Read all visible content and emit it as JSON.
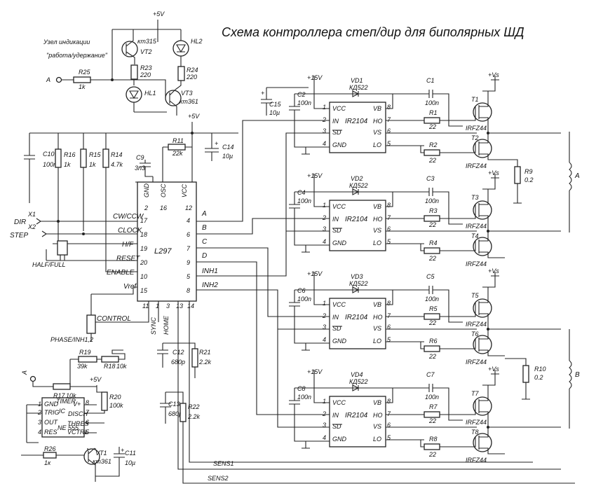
{
  "title": "Схема контроллера степ/дир для биполярных ШД",
  "indicator": {
    "caption1": "Узел индикации",
    "caption2": "\"работа/удержание\"",
    "input": "A",
    "r25": "R25",
    "r25v": "1k",
    "r23": "R23",
    "r23v": "220",
    "r24": "R24",
    "r24v": "220",
    "vt2": "VT2",
    "vt2t": "кт315",
    "vt3": "VT3",
    "vt3t": "кт361",
    "hl1": "HL1",
    "hl2": "HL2",
    "vcc": "+5V"
  },
  "logic": {
    "c10": "C10",
    "c10v": "100n",
    "r16": "R16",
    "r16v": "1k",
    "r15": "R15",
    "r15v": "1k",
    "r14": "R14",
    "r14v": "4.7k",
    "c9": "C9",
    "c9v": "3n3",
    "r11": "R11",
    "r11v": "22k",
    "c14": "C14",
    "c14v": "10µ",
    "vcc": "+5V",
    "x1": "X1",
    "x2": "X2",
    "dir": "DIR",
    "step": "STEP",
    "halffull": "HALF/FULL",
    "phase": "PHASE/INH1,2"
  },
  "l297": {
    "name": "L297",
    "left_labels": [
      "CW/CCW",
      "CLOCK",
      "H/F",
      "RESET",
      "ENABLE",
      "Vref",
      "CONTROL"
    ],
    "left_pins": [
      "17",
      "18",
      "19",
      "20",
      "10",
      "15"
    ],
    "top_labels": [
      "GND",
      "OSC",
      "VCC"
    ],
    "top_pins": [
      "2",
      "16",
      "12"
    ],
    "right_pins": [
      "4",
      "6",
      "7",
      "9",
      "5",
      "8"
    ],
    "right_labels": [
      "A",
      "B",
      "C",
      "D",
      "INH1",
      "INH2"
    ],
    "bottom_pins": [
      "11",
      "1",
      "3",
      "13",
      "14"
    ],
    "sync": "SYNC",
    "home": "HOME"
  },
  "sense": {
    "c12": "C12",
    "c12v": "680p",
    "r21": "R21",
    "r21v": "2.2k",
    "c13": "C13",
    "c13v": "680p",
    "r22": "R22",
    "r22v": "2.2k",
    "sens1": "SENS1",
    "sens2": "SENS2"
  },
  "timer": {
    "r19": "R19",
    "r19v": "39k",
    "r18": "R18",
    "r18v": "10k",
    "r17": "R17",
    "r17v": "10k",
    "r20": "R20",
    "r20v": "100k",
    "r26": "R26",
    "r26v": "1к",
    "vt1": "VT1",
    "vt1t": "кт361",
    "c11": "C11",
    "c11v": "10µ",
    "vcc": "+5V",
    "a": "A",
    "chip_top": "TIMER",
    "chip_mid": "IC",
    "chip_name": "NE 555",
    "pins_left": [
      "GND",
      "TRIG",
      "OUT",
      "RES"
    ],
    "pins_right": [
      "V+",
      "DISCH",
      "THRES",
      "VCTRL"
    ],
    "pin_nums_left": [
      "1",
      "2",
      "3",
      "4"
    ],
    "pin_nums_right": [
      "8",
      "7",
      "6",
      "5"
    ]
  },
  "drivers": {
    "chip_name": "IR2104",
    "vplus": "+15V",
    "vs": "+Vs",
    "pin_labels_left": [
      "VCC",
      "IN",
      "SD",
      "GND"
    ],
    "pin_labels_right": [
      "VB",
      "HO",
      "VS",
      "LO"
    ],
    "pin_nums_left": [
      "1",
      "2",
      "3",
      "4"
    ],
    "pin_nums_right": [
      "8",
      "7",
      "6",
      "5"
    ],
    "c15": "C15",
    "c15v": "10µ",
    "mosfet_type": "IRFZ44",
    "units": [
      {
        "vd": "VD1",
        "vdt": "КД522",
        "cb": "C1",
        "cbv": "100n",
        "cd": "C2",
        "cdv": "100n",
        "rh": "R1",
        "rhv": "22",
        "rl": "R2",
        "rlv": "22",
        "th": "T1",
        "tl": "T2"
      },
      {
        "vd": "VD2",
        "vdt": "КД522",
        "cb": "C3",
        "cbv": "100n",
        "cd": "C4",
        "cdv": "100n",
        "rh": "R3",
        "rhv": "22",
        "rl": "R4",
        "rlv": "22",
        "th": "T3",
        "tl": "T4"
      },
      {
        "vd": "VD3",
        "vdt": "КД522",
        "cb": "C5",
        "cbv": "100n",
        "cd": "C6",
        "cdv": "100n",
        "rh": "R5",
        "rhv": "22",
        "rl": "R6",
        "rlv": "22",
        "th": "T5",
        "tl": "T6"
      },
      {
        "vd": "VD4",
        "vdt": "КД522",
        "cb": "C7",
        "cbv": "100n",
        "cd": "C8",
        "cdv": "100n",
        "rh": "R7",
        "rhv": "22",
        "rl": "R8",
        "rlv": "22",
        "th": "T7",
        "tl": "T8"
      }
    ],
    "r9": "R9",
    "r9v": "0.2",
    "r10": "R10",
    "r10v": "0.2",
    "coil_a": "A",
    "coil_b": "B"
  }
}
